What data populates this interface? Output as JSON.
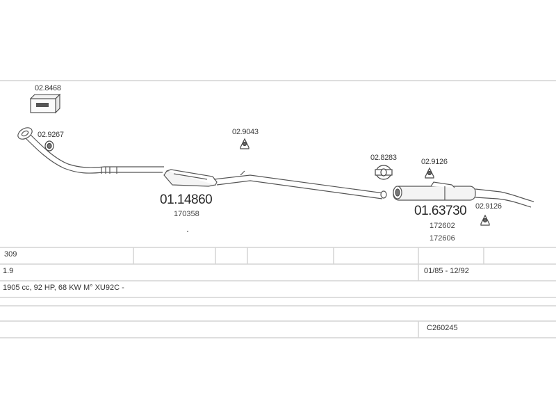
{
  "diagram": {
    "parts": {
      "kit_box": "02.8468",
      "clamp_front": "02.9267",
      "hanger_mid": "02.9043",
      "clamp_rear": "02.8283",
      "hanger_rear": "02.9126",
      "hanger_rear_low": "02.9126",
      "centre_silencer": "01.14860",
      "centre_silencer_ref": "170358",
      "rear_silencer": "01.63730",
      "rear_silencer_ref1": "172602",
      "rear_silencer_ref2": "172606"
    }
  },
  "table": {
    "model": "309",
    "engine_size": "1.9",
    "dates": "01/85 - 12/92",
    "spec": "1905 cc, 92 HP, 68 KW M° XU92C -",
    "code": "C260245"
  },
  "colors": {
    "line": "#555555",
    "grid": "#d4d4d4"
  }
}
